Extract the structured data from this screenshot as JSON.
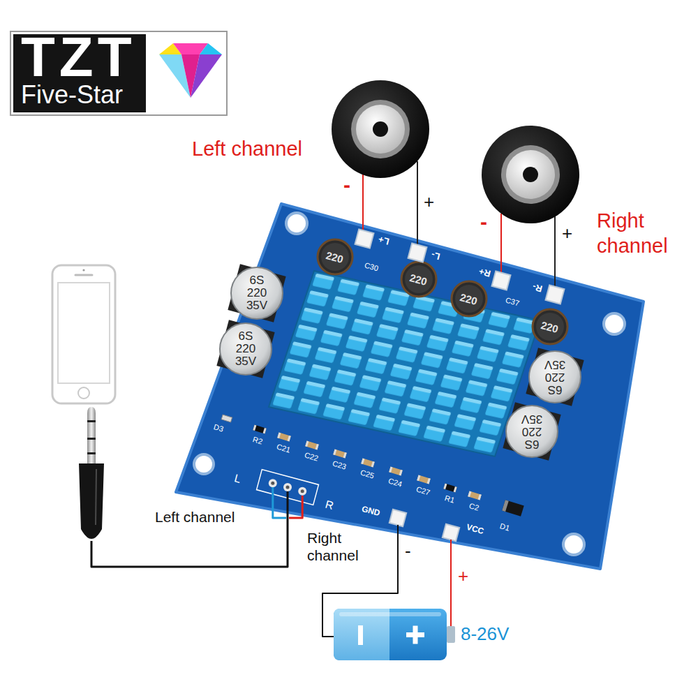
{
  "diagram": {
    "labels": [
      "TZT",
      "Five-Star",
      "Left channel",
      "-",
      "+",
      "-",
      "+",
      "Right channel",
      "L+",
      "L-",
      "R+",
      "R-",
      "C30",
      "C37",
      "220",
      "220",
      "220",
      "220",
      "6S 220 35V",
      "6S 220 35V",
      "6S 220 35V",
      "6S 220 35V",
      "D3",
      "R2",
      "C21",
      "C22",
      "C23",
      "C25",
      "C24",
      "C27",
      "R1",
      "C2",
      "D1",
      "L",
      "R",
      "GND",
      "VCC",
      "Left channel",
      "Right channel",
      "-",
      "+",
      "8-26V"
    ]
  }
}
